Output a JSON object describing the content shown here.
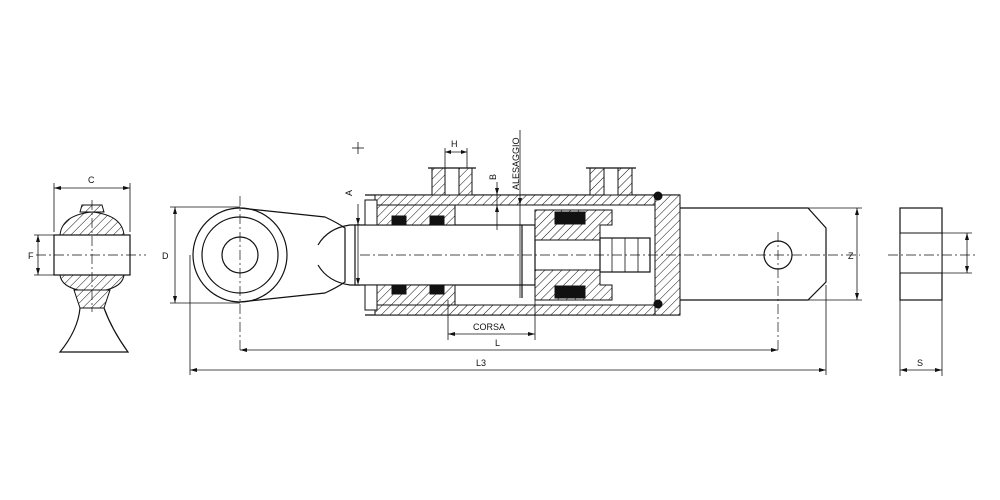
{
  "labels": {
    "c": "C",
    "f": "F",
    "d": "D",
    "a": "A",
    "h": "H",
    "b": "B",
    "alesaggio": "ALESAGGIO",
    "corsa": "CORSA",
    "l": "L",
    "l3": "L3",
    "z": "Z",
    "s": "S"
  }
}
